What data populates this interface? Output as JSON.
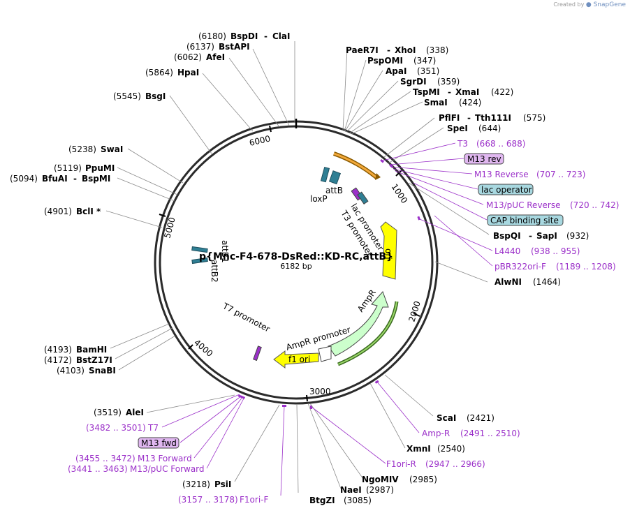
{
  "credit": {
    "prefix": "Created by",
    "brand": "SnapGene"
  },
  "plasmid": {
    "name": "p{Mnc-F4-678-DsRed::KD-RC,attB}",
    "size": "6182 bp"
  },
  "ticks": [
    "1000",
    "2000",
    "3000",
    "4000",
    "5000",
    "6000"
  ],
  "colors": {
    "primer": "#9b30c9",
    "feature_yellow": "#ffff00",
    "feature_green": "#ccffcc",
    "attb_teal": "#2f7f94",
    "lac_box": "#a8d8e0",
    "primer_box": "#e0b7f0"
  },
  "enzymes": [
    {
      "name": "BspDI",
      "name2": "ClaI",
      "pos": "(6180)"
    },
    {
      "name": "BstAPI",
      "pos": "(6137)"
    },
    {
      "name": "AfeI",
      "pos": "(6062)"
    },
    {
      "name": "HpaI",
      "pos": "(5864)"
    },
    {
      "name": "BsgI",
      "pos": "(5545)"
    },
    {
      "name": "SwaI",
      "pos": "(5238)"
    },
    {
      "name": "PpuMI",
      "pos": "(5119)"
    },
    {
      "name": "BfuAI",
      "name2": "BspMI",
      "pos": "(5094)"
    },
    {
      "name": "BclI *",
      "pos": "(4901)"
    },
    {
      "name": "BamHI",
      "pos": "(4193)"
    },
    {
      "name": "BstZ17I",
      "pos": "(4172)"
    },
    {
      "name": "SnaBI",
      "pos": "(4103)"
    },
    {
      "name": "AleI",
      "pos": "(3519)"
    },
    {
      "name": "PsiI",
      "pos": "(3218)"
    },
    {
      "name": "BtgZI",
      "pos": "(3085)"
    },
    {
      "name": "NaeI",
      "pos": "(2987)"
    },
    {
      "name": "NgoMIV",
      "pos": "(2985)"
    },
    {
      "name": "XmnI",
      "pos": "(2540)"
    },
    {
      "name": "ScaI",
      "pos": "(2421)"
    },
    {
      "name": "AlwNI",
      "pos": "(1464)"
    },
    {
      "name": "BspQI",
      "name2": "SapI",
      "pos": "(932)"
    },
    {
      "name": "SpeI",
      "pos": "(644)"
    },
    {
      "name": "PflFI",
      "name2": "Tth111I",
      "pos": "(575)"
    },
    {
      "name": "SmaI",
      "pos": "(424)"
    },
    {
      "name": "TspMI",
      "name2": "XmaI",
      "pos": "(422)"
    },
    {
      "name": "SgrDI",
      "pos": "(359)"
    },
    {
      "name": "ApaI",
      "pos": "(351)"
    },
    {
      "name": "PspOMI",
      "pos": "(347)"
    },
    {
      "name": "PaeR7I",
      "name2": "XhoI",
      "pos": "(338)"
    }
  ],
  "primers": [
    {
      "name": "T3",
      "range": "(668 .. 688)"
    },
    {
      "name": "M13 Reverse",
      "range": "(707 .. 723)"
    },
    {
      "name": "M13/pUC Reverse",
      "range": "(720 .. 742)"
    },
    {
      "name": "L4440",
      "range": "(938 .. 955)"
    },
    {
      "name": "pBR322ori-F",
      "range": "(1189 .. 1208)"
    },
    {
      "name": "Amp-R",
      "range": "(2491 .. 2510)"
    },
    {
      "name": "F1ori-R",
      "range": "(2947 .. 2966)"
    },
    {
      "name": "T7",
      "range": "(3482 .. 3501)"
    },
    {
      "name": "M13 Forward",
      "range": "(3455 .. 3472)"
    },
    {
      "name": "M13/pUC Forward",
      "range": "(3441 .. 3463)"
    },
    {
      "name": "F1ori-F",
      "range": "(3157 .. 3178)"
    }
  ],
  "boxed": {
    "m13_rev": "M13 rev",
    "lac_operator": "lac operator",
    "cap_site": "CAP binding site",
    "m13_fwd": "M13 fwd"
  },
  "features": {
    "attb_top": "attB",
    "loxp": "loxP",
    "lac_promoter": "lac promoter",
    "t3_promoter": "T3 promoter",
    "ori": "ori",
    "ampr": "AmpR",
    "ampr_promoter": "AmpR promoter",
    "f1_ori": "f1 ori",
    "t7_promoter": "T7 promoter",
    "attb1": "attB1",
    "attb2": "attB2"
  }
}
